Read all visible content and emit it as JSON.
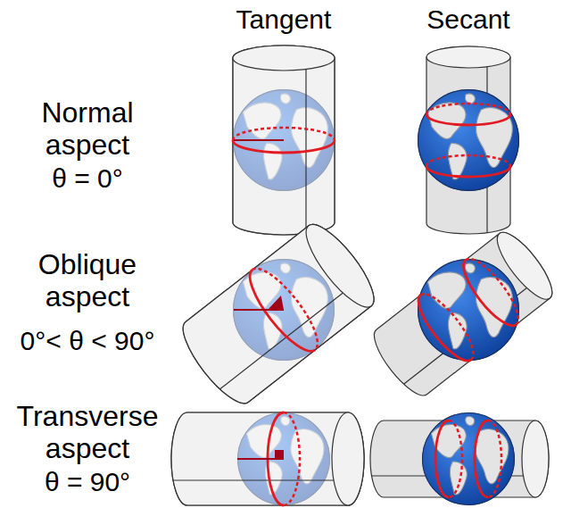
{
  "diagram": {
    "labels": [
      "Tangent",
      "Secant",
      "Normal aspect",
      "θ = 0°",
      "Oblique aspect",
      "0°< θ < 90°",
      "Transverse aspect",
      "θ = 90°"
    ]
  }
}
